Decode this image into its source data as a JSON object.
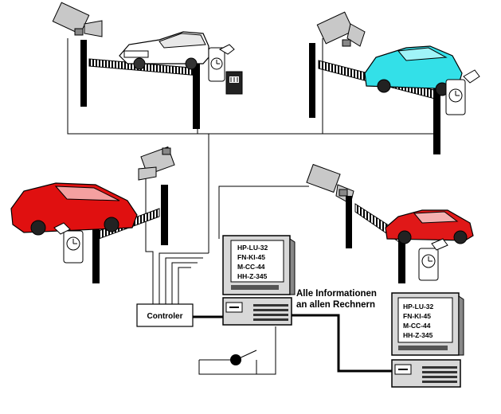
{
  "controller": {
    "label": "Controler"
  },
  "caption": {
    "line1": "Alle Informationen",
    "line2": "an allen Rechnern"
  },
  "main_screen": {
    "plates": [
      "HP-LU-32",
      "FN-KI-45",
      "M-CC-44",
      "HH-Z-345"
    ]
  },
  "second_screen": {
    "plates": [
      "HP-LU-32",
      "FN-KI-45",
      "M-CC-44",
      "HH-Z-345"
    ]
  },
  "colors": {
    "car_white": "#ffffff",
    "car_cyan": "#33e0e8",
    "car_red_left": "#e01010",
    "car_red_right": "#e01818",
    "line": "#000000",
    "monitor_body": "#d8d8d8",
    "screen_bg": "#ffffff"
  }
}
